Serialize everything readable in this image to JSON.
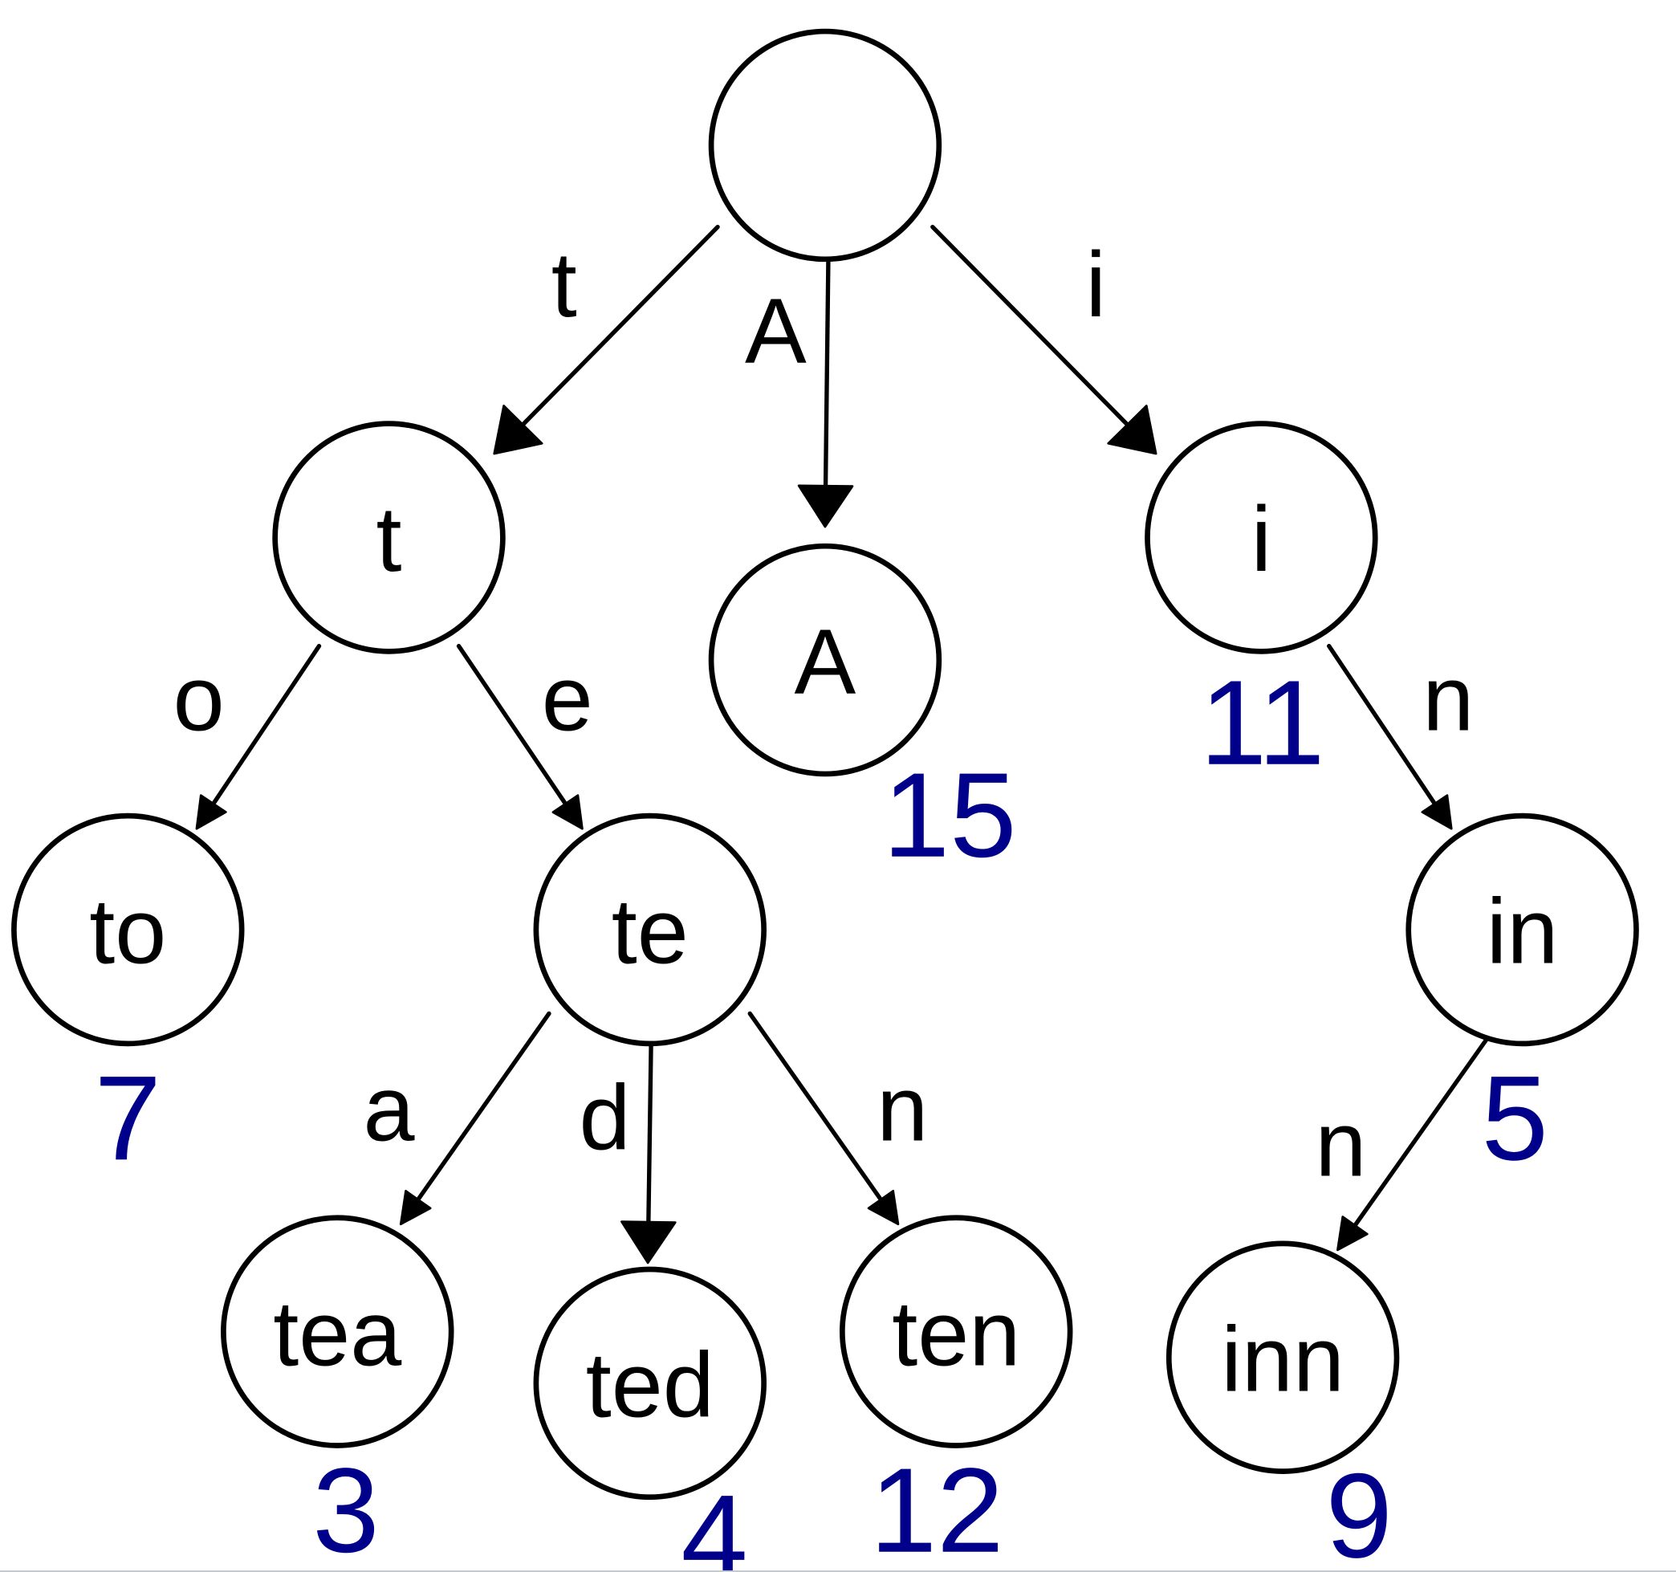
{
  "title": "Trie with keys and values",
  "colors": {
    "stroke": "#000000",
    "value": "#00008b",
    "background": "#ffffff"
  },
  "nodes": [
    {
      "id": "root",
      "label": "",
      "value": null
    },
    {
      "id": "t",
      "label": "t",
      "value": null
    },
    {
      "id": "A",
      "label": "A",
      "value": "15"
    },
    {
      "id": "i",
      "label": "i",
      "value": "11"
    },
    {
      "id": "to",
      "label": "to",
      "value": "7"
    },
    {
      "id": "te",
      "label": "te",
      "value": null
    },
    {
      "id": "in",
      "label": "in",
      "value": "5"
    },
    {
      "id": "tea",
      "label": "tea",
      "value": "3"
    },
    {
      "id": "ted",
      "label": "ted",
      "value": "4"
    },
    {
      "id": "ten",
      "label": "ten",
      "value": "12"
    },
    {
      "id": "inn",
      "label": "inn",
      "value": "9"
    }
  ],
  "edges": [
    {
      "from": "root",
      "to": "t",
      "label": "t"
    },
    {
      "from": "root",
      "to": "A",
      "label": "A"
    },
    {
      "from": "root",
      "to": "i",
      "label": "i"
    },
    {
      "from": "t",
      "to": "to",
      "label": "o"
    },
    {
      "from": "t",
      "to": "te",
      "label": "e"
    },
    {
      "from": "i",
      "to": "in",
      "label": "n"
    },
    {
      "from": "te",
      "to": "tea",
      "label": "a"
    },
    {
      "from": "te",
      "to": "ted",
      "label": "d"
    },
    {
      "from": "te",
      "to": "ten",
      "label": "n"
    },
    {
      "from": "in",
      "to": "inn",
      "label": "n"
    }
  ]
}
